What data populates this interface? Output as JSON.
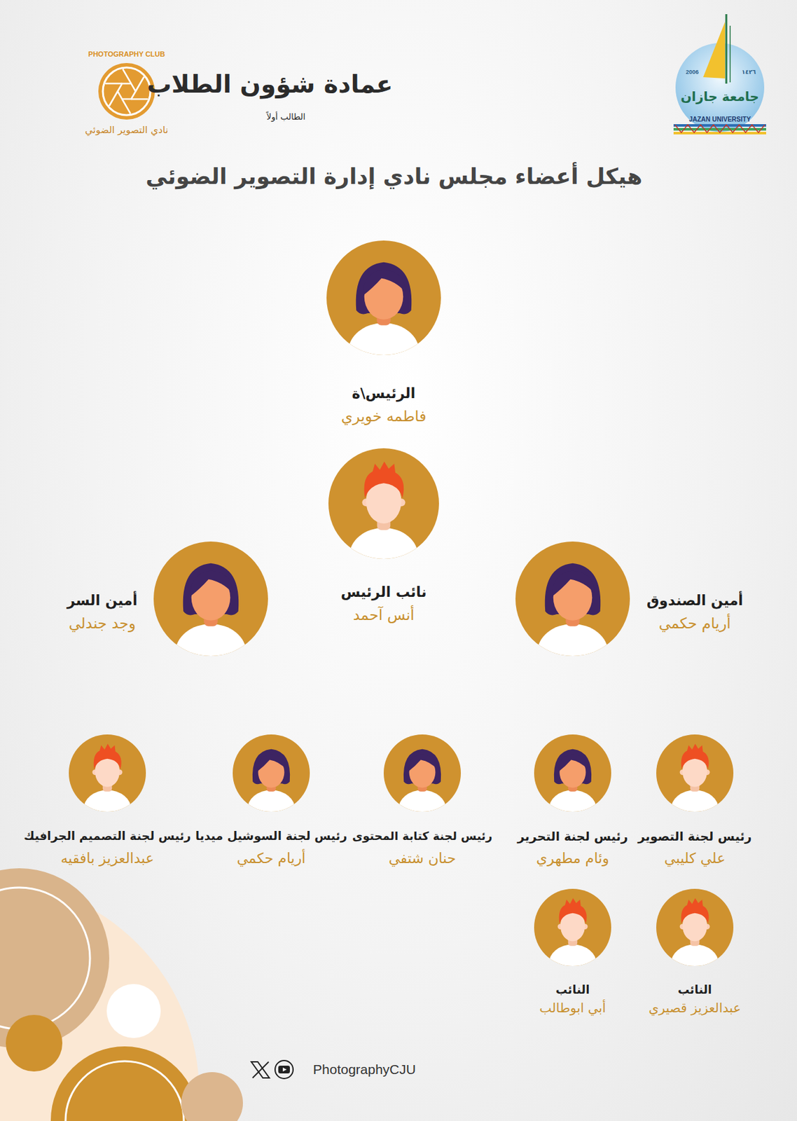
{
  "diagram": {
    "title": "هيكل أعضاء مجلس نادي إدارة التصوير الضوئي",
    "nodes": [
      {
        "text": [
          "الرئيس\\ة",
          "فاطمه خويري"
        ]
      },
      {
        "text": [
          "نائب الرئيس",
          "أنس آحمد"
        ]
      },
      {
        "text": [
          "أمين الصندوق",
          "أريام حكمي"
        ]
      },
      {
        "text": [
          "أمين السر",
          "وجد جندلي"
        ]
      },
      {
        "text": [
          "رئيس لجنة التصوير",
          "علي كليبي"
        ]
      },
      {
        "text": [
          "رئيس لجنة التحرير",
          "وئام مطهري"
        ]
      },
      {
        "text": [
          "رئيس لجنة كتابة المحتوى",
          "حنان شتفي"
        ]
      },
      {
        "text": [
          "رئيس لجنة السوشيل ميديا",
          "أريام حكمي"
        ]
      },
      {
        "text": [
          "رئيس لجنة التصميم الجرافيك",
          "عبدالعزيز بافقيه"
        ]
      },
      {
        "text": [
          "النائب",
          "عبدالعزيز قصيري"
        ]
      },
      {
        "text": [
          "النائب",
          "أبي ابوطالب"
        ]
      }
    ],
    "labels": [
      "PHOTOGRAPHY CLUB",
      "نادي التصوير الضوئي",
      "عمادة شؤون الطلاب",
      "الطالب أولاً",
      "2006",
      "١٤٢٦",
      "جامعة جازان",
      "JAZAN UNIVERSITY",
      "PhotographyCJU"
    ]
  }
}
